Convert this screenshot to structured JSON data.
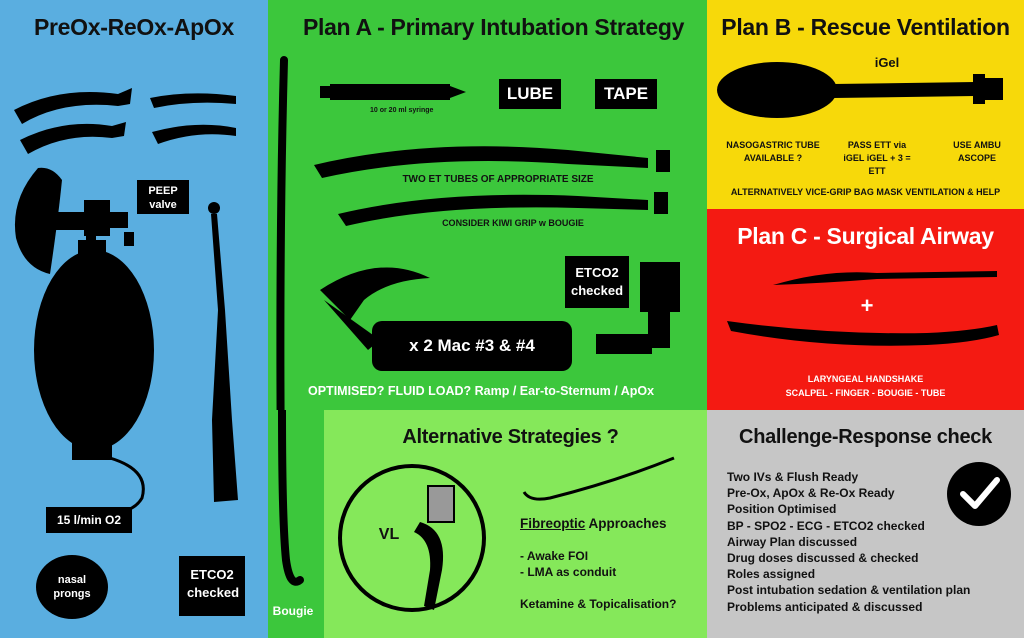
{
  "preox": {
    "title": "PreOx-ReOx-ApOx",
    "peep": "PEEP valve",
    "flow": "15 l/min O2",
    "nasal": "nasal prongs",
    "etco2": "ETCO2 checked"
  },
  "plan_a": {
    "title": "Plan A - Primary Intubation Strategy",
    "syringe": "10 or 20 ml syringe",
    "lube": "LUBE",
    "tape": "TAPE",
    "tubes": "TWO ET TUBES OF APPROPRIATE SIZE",
    "kiwi": "CONSIDER KIWI GRIP w BOUGIE",
    "etco2": "ETCO2 checked",
    "mac": "x 2 Mac #3 & #4",
    "optimised": "OPTIMISED?  FLUID LOAD? Ramp / Ear-to-Sternum / ApOx",
    "bougie": "Bougie"
  },
  "plan_b": {
    "title": "Plan B - Rescue Ventilation",
    "igel": "iGel",
    "ng": "NASOGASTRIC TUBE AVAILABLE ?",
    "pass": "PASS ETT via iGEL iGEL + 3 = ETT",
    "ambu": "USE AMBU ASCOPE",
    "alt": "ALTERNATIVELY VICE-GRIP BAG MASK VENTILATION & HELP"
  },
  "plan_c": {
    "title": "Plan C - Surgical Airway",
    "plus": "+",
    "handshake": "LARYNGEAL HANDSHAKE",
    "steps": "SCALPEL - FINGER - BOUGIE - TUBE"
  },
  "alt": {
    "title": "Alternative Strategies ?",
    "vl": "VL",
    "fibre_a": "Fibreoptic",
    "fibre_b": " Approaches",
    "foi": "- Awake FOI",
    "lma": "- LMA as conduit",
    "ketamine": "Ketamine & Topicalisation?"
  },
  "check": {
    "title": "Challenge-Response check",
    "items": [
      "Two IVs & Flush Ready",
      "Pre-Ox, ApOx & Re-Ox Ready",
      "Position Optimised",
      "BP - SPO2 - ECG - ETCO2 checked",
      "Airway Plan discussed",
      "Drug doses discussed & checked",
      "Roles assigned",
      "Post intubation sedation & ventilation plan",
      "Problems anticipated & discussed"
    ]
  },
  "colors": {
    "blue": "#5aaee0",
    "green": "#3cc73c",
    "lightgreen": "#85e85a",
    "yellow": "#f7d90a",
    "red": "#f41a12",
    "grey": "#c6c6c6"
  }
}
